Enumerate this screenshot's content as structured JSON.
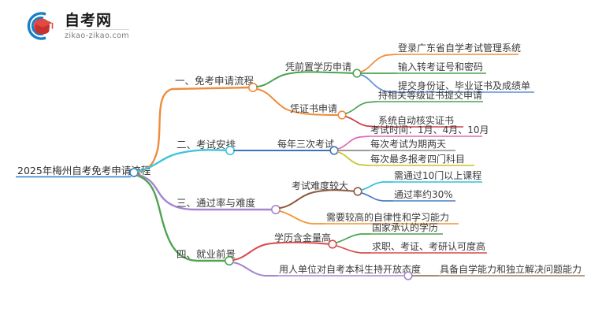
{
  "logo": {
    "title": "自考网",
    "subtitle": "zikao-zikao.com",
    "mark_name": "graduation-cap-logo",
    "arc_color": "#1a7fc4",
    "cap_color": "#d93a36"
  },
  "mindmap": {
    "root": {
      "label": "2025年梅州自考免考申请流程",
      "color": "#2b7fc9"
    },
    "branches": [
      {
        "label": "一、免考申请流程",
        "color": "#ef8c3b",
        "children": [
          {
            "label": "凭前置学历申请",
            "color": "#4aa451",
            "children": [
              {
                "label": "登录广东省自学考试管理系统",
                "color": "#ef8c3b"
              },
              {
                "label": "输入转考证号和密码",
                "color": "#4aa451"
              },
              {
                "label": "提交身份证、毕业证书及成绩单",
                "color": "#5b8fd4"
              }
            ]
          },
          {
            "label": "凭证书申请",
            "color": "#ef8c3b",
            "children": [
              {
                "label": "持相关等级证书提交申请",
                "color": "#4aa451"
              },
              {
                "label": "系统自动核实证书",
                "color": "#c9414b"
              }
            ]
          }
        ]
      },
      {
        "label": "二、考试安排",
        "color": "#3dc4dd",
        "children": [
          {
            "label": "每年三次考试",
            "color": "#3b73b9",
            "children": [
              {
                "label": "考试时间：1月、4月、10月",
                "color": "#e069b8"
              },
              {
                "label": "每次考试为期两天",
                "color": "#8c8c8c"
              },
              {
                "label": "每次最多报考四门科目",
                "color": "#c8c330"
              }
            ]
          }
        ]
      },
      {
        "label": "三、通过率与难度",
        "color": "#a684cf",
        "children": [
          {
            "label": "考试难度较大",
            "color": "#8c5a42",
            "children": [
              {
                "label": "需通过10门以上课程",
                "color": "#2fc0dd"
              },
              {
                "label": "通过率约30%",
                "color": "#4a7fc4"
              }
            ]
          },
          {
            "label": "需要较高的自律性和学习能力",
            "color": "#f0952f",
            "children": []
          }
        ]
      },
      {
        "label": "四、就业前景",
        "color": "#4fa352",
        "children": [
          {
            "label": "学历含金量高",
            "color": "#d94a4a",
            "children": [
              {
                "label": "国家承认的学历",
                "color": "#4aa451"
              },
              {
                "label": "求职、考证、考研认可度高",
                "color": "#d94a4a"
              }
            ]
          },
          {
            "label": "用人单位对自考本科生持开放态度",
            "color": "#a684cf",
            "children": [
              {
                "label": "具备自学能力和独立解决问题能力",
                "color": "#9b7a5e"
              }
            ]
          }
        ]
      }
    ]
  }
}
